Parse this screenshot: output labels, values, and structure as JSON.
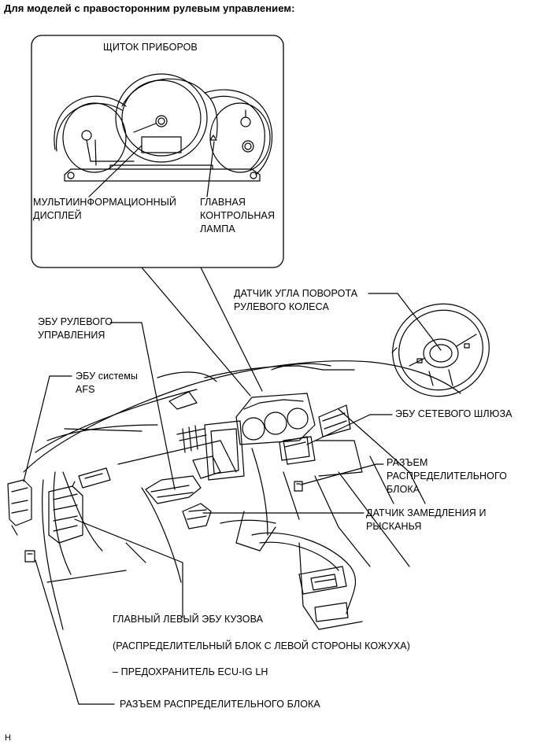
{
  "header": "Для моделей с правосторонним рулевым управлением:",
  "callout_title": "ЩИТОК ПРИБОРОВ",
  "labels": {
    "multi_display": "МУЛЬТИИНФОРМАЦИОННЫЙ\nДИСПЛЕЙ",
    "master_warning": "ГЛАВНАЯ\nКОНТРОЛЬНАЯ\nЛАМПА",
    "steering_angle_sensor": "ДАТЧИК УГЛА ПОВОРОТА\nРУЛЕВОГО КОЛЕСА",
    "steering_ecu": "ЭБУ РУЛЕВОГО\nУПРАВЛЕНИЯ",
    "afs_ecu": "ЭБУ системы\nAFS",
    "gateway_ecu": "ЭБУ СЕТЕВОГО ШЛЮЗА",
    "junction_connector_right": "РАЗЪЕМ\nРАСПРЕДЕЛИТЕЛЬНОГО\nБЛОКА",
    "yaw_rate_sensor": "ДАТЧИК ЗАМЕДЛЕНИЯ И\nРЫСКАНЬЯ",
    "main_body_ecu": "ГЛАВНЫЙ ЛЕВЫЙ ЭБУ КУЗОВА",
    "junction_block_note": "(РАСПРЕДЕЛИТЕЛЬНЫЙ БЛОК С ЛЕВОЙ СТОРОНЫ КОЖУХА)",
    "fuse_note": "– ПРЕДОХРАНИТЕЛЬ ECU-IG LH",
    "junction_connector_bottom": "РАЗЪЕМ РАСПРЕДЕЛИТЕЛЬНОГО БЛОКА"
  },
  "page_code": "H"
}
